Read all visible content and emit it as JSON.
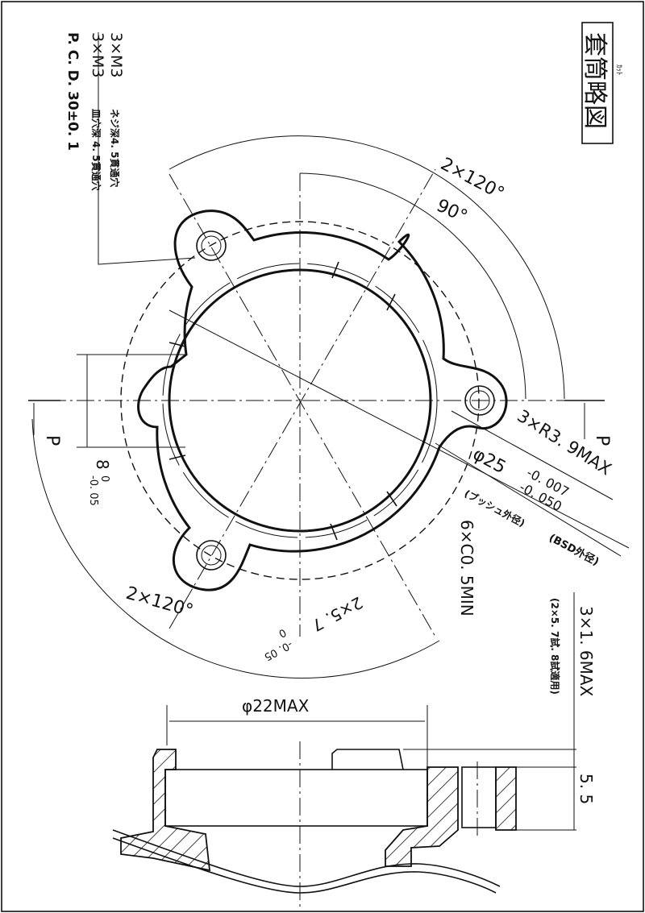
{
  "title": "套筒略図",
  "title_ruby": "ｶｯﾄ",
  "notes": {
    "line1": "3×M3",
    "line1_detail": "ネジ深4. 5貫通穴",
    "line2": "3×M3",
    "line2_detail": "皿穴深 4. 5貫通穴",
    "line3": "P. C. D. 30±0. 1"
  },
  "dimensions": {
    "angle_top": "2×120°",
    "angle_90": "90°",
    "radius": "3×R3. 9MAX",
    "dia25": "φ25",
    "dia25_upper": "-0. 007",
    "dia25_lower": "-0. 050",
    "bush_label": "(ブッシュ外径)",
    "bsd_label": "(BSD外径)",
    "chamfer": "6×C0. 5MIN",
    "slot": "2×5. 7",
    "slot_upper": "0",
    "slot_lower": "-0. 05",
    "angle_bottom": "2×120°",
    "width8": "8",
    "width8_upper": "0",
    "width8_lower": "-0. 05",
    "section_p_left": "P",
    "section_p_right": "P",
    "dia22": "φ22MAX",
    "thickness": "3×1. 6MAX",
    "thickness_note": "(2×5. 7試. 8試適用)",
    "height": "5. 5"
  }
}
